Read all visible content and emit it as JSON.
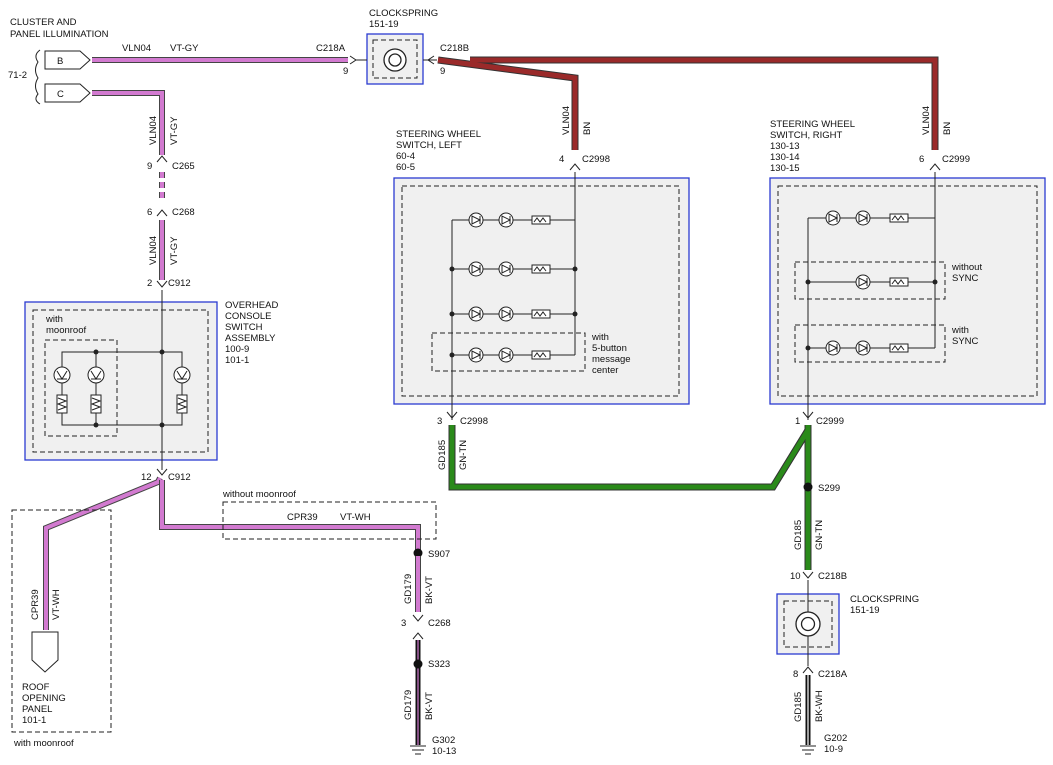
{
  "top_left": {
    "title1": "CLUSTER AND",
    "title2": "PANEL ILLUMINATION",
    "ref": "71-2",
    "pin_b": "B",
    "pin_c": "C"
  },
  "wires": {
    "vln04": "VLN04",
    "vt_gy": "VT-GY",
    "bn": "BN",
    "cpr39": "CPR39",
    "vt_wh": "VT-WH",
    "gd185": "GD185",
    "gn_tn": "GN-TN",
    "gd179": "GD179",
    "bk_vt": "BK-VT",
    "bk_wh": "BK-WH"
  },
  "connectors": {
    "c218a": "C218A",
    "c218b": "C218B",
    "c265": "C265",
    "c268": "C268",
    "c912": "C912",
    "c2998": "C2998",
    "c2999": "C2999",
    "s907": "S907",
    "s323": "S323",
    "s299": "S299",
    "g302": "G302",
    "g302_ref": "10-13",
    "g202": "G202",
    "g202_ref": "10-9"
  },
  "pins": {
    "p9": "9",
    "p6": "6",
    "p2": "2",
    "p12": "12",
    "p4": "4",
    "p3": "3",
    "p1": "1",
    "p10": "10",
    "p8": "8"
  },
  "clockspring_top": {
    "title": "CLOCKSPRING",
    "ref": "151-19"
  },
  "clockspring_bottom": {
    "title": "CLOCKSPRING",
    "ref": "151-19"
  },
  "swl": {
    "l1": "STEERING WHEEL",
    "l2": "SWITCH, LEFT",
    "l3": "60-4",
    "l4": "60-5",
    "opt1": "with",
    "opt2": "5-button",
    "opt3": "message",
    "opt4": "center"
  },
  "swr": {
    "l1": "STEERING WHEEL",
    "l2": "SWITCH, RIGHT",
    "l3": "130-13",
    "l4": "130-14",
    "l5": "130-15",
    "nosync1": "without",
    "nosync2": "SYNC",
    "sync1": "with",
    "sync2": "SYNC"
  },
  "overhead": {
    "l1": "OVERHEAD",
    "l2": "CONSOLE",
    "l3": "SWITCH",
    "l4": "ASSEMBLY",
    "l5": "100-9",
    "l6": "101-1",
    "moon1": "with",
    "moon2": "moonroof"
  },
  "roof": {
    "l1": "ROOF",
    "l2": "OPENING",
    "l3": "PANEL",
    "l4": "101-1",
    "with_moonroof": "with moonroof"
  },
  "without_moonroof": "without moonroof",
  "colors": {
    "violet": "#d27ad0",
    "brown": "#9a2a2a",
    "green": "#2a8a1a",
    "black": "#111111",
    "box_border": "#2b3bd1"
  }
}
